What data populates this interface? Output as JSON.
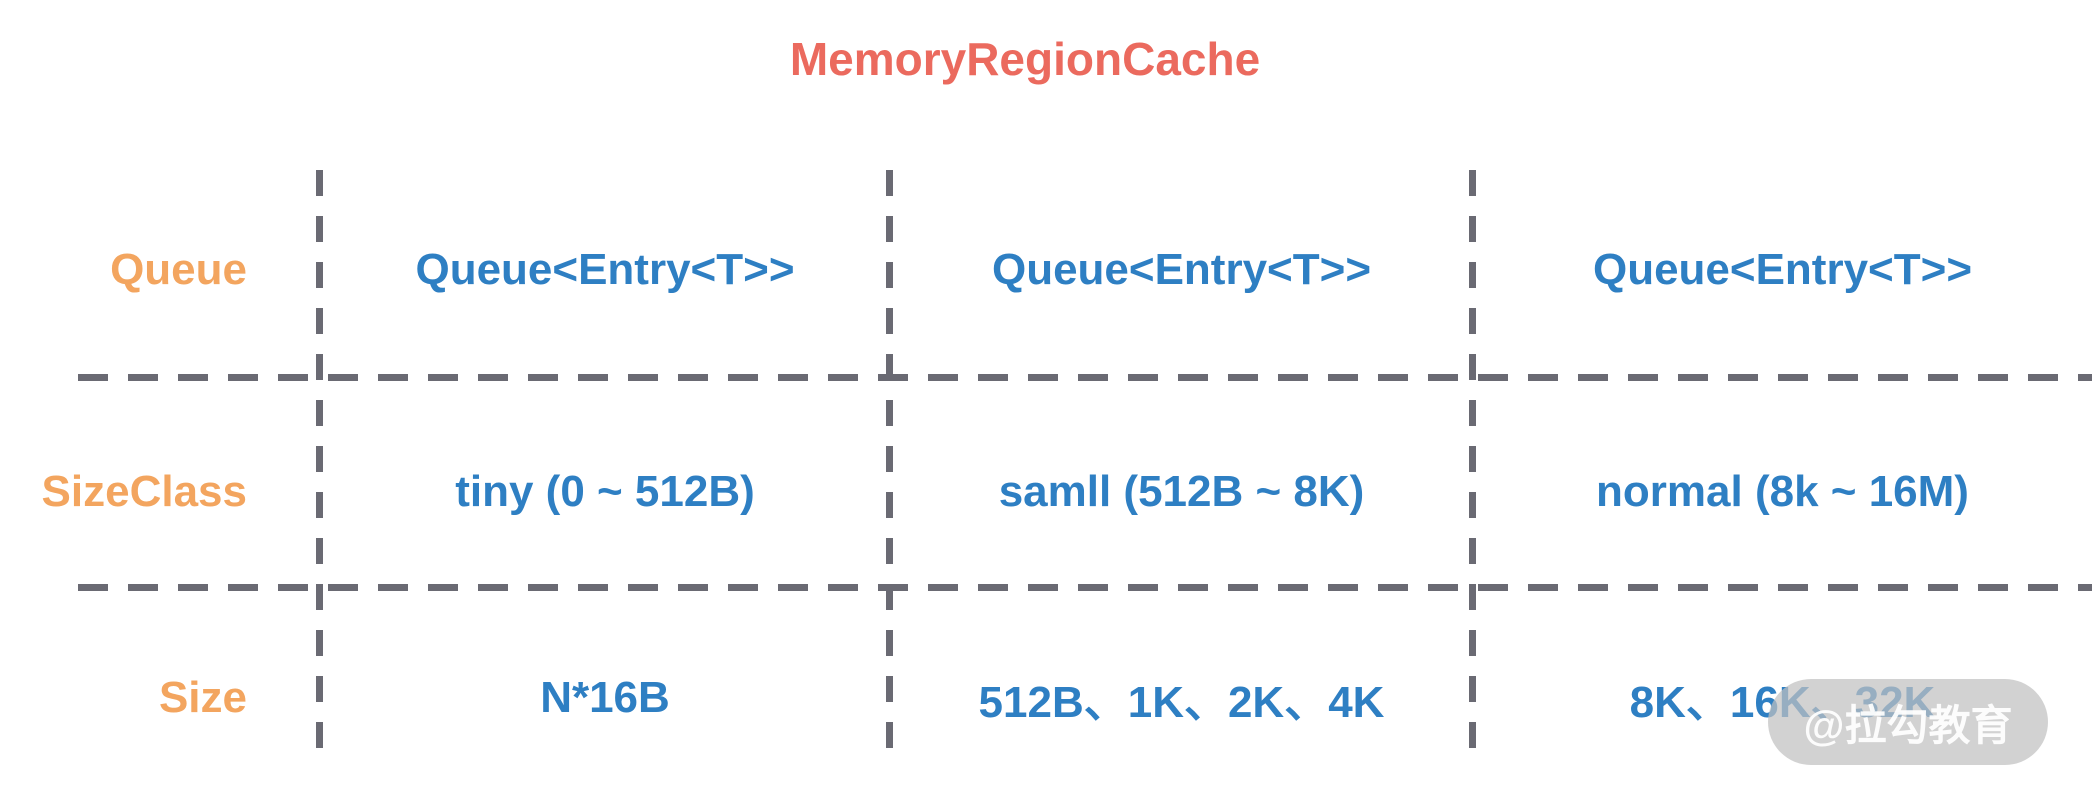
{
  "title": "MemoryRegionCache",
  "table": {
    "rows": [
      {
        "label": "Queue",
        "cells": [
          "Queue<Entry<T>>",
          "Queue<Entry<T>>",
          "Queue<Entry<T>>"
        ]
      },
      {
        "label": "SizeClass",
        "cells": [
          "tiny (0 ~ 512B)",
          "samll (512B ~ 8K)",
          "normal (8k ~ 16M)"
        ]
      },
      {
        "label": "Size",
        "cells": [
          "N*16B",
          "512B、1K、2K、4K",
          "8K、16K、32K"
        ]
      }
    ]
  },
  "watermark": {
    "text": "@拉勾教育"
  },
  "colors": {
    "title": "#EB6A5E",
    "label": "#F3A55F",
    "value": "#2E7FC3",
    "line": "#6A6A73",
    "bg": "#FFFFFF"
  }
}
